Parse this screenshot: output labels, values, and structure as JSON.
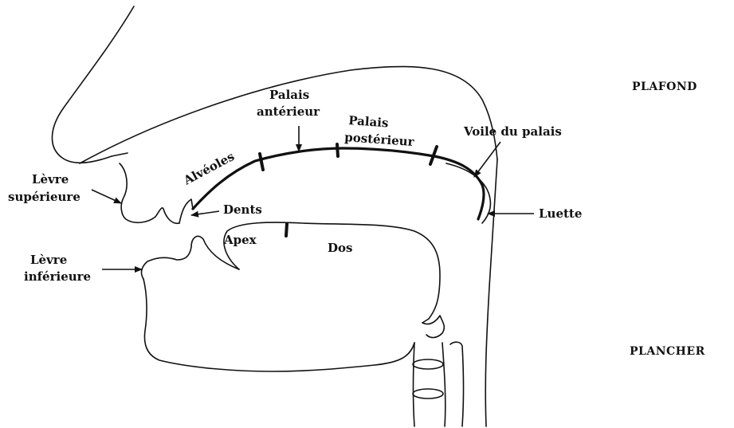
{
  "diagram": {
    "labels": {
      "plafond": "PLAFOND",
      "plancher": "PLANCHER",
      "palais_anterieur_1": "Palais",
      "palais_anterieur_2": "antérieur",
      "palais_posterieur_1": "Palais",
      "palais_posterieur_2": "postérieur",
      "voile_du_palais": "Voile du palais",
      "alveoles": "Alvéoles",
      "levre_superieure_1": "Lèvre",
      "levre_superieure_2": "supérieure",
      "dents": "Dents",
      "luette": "Luette",
      "apex": "Apex",
      "dos": "Dos",
      "levre_inferieure_1": "Lèvre",
      "levre_inferieure_2": "inférieure"
    }
  }
}
